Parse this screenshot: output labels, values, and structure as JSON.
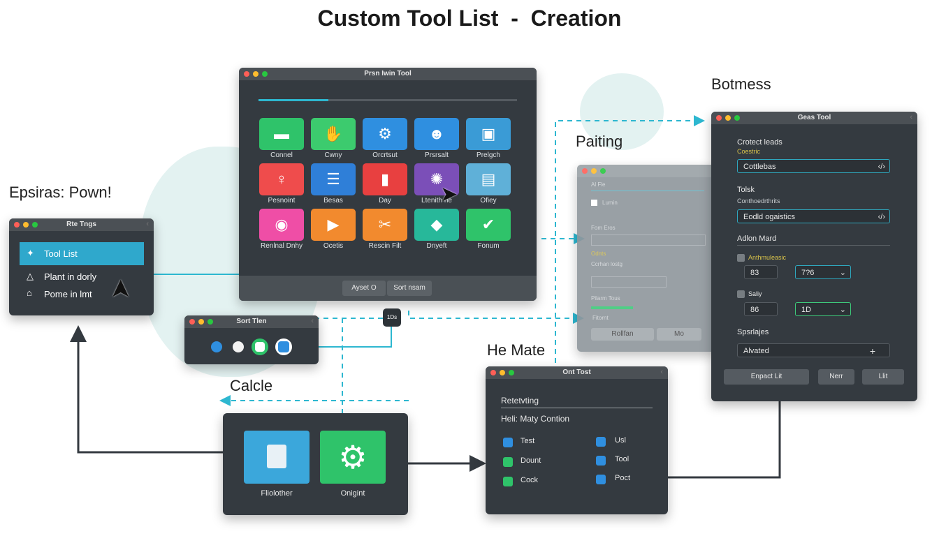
{
  "title": "Custom Tool List  -  Creation",
  "labels": {
    "epsiras": "Epsiras: Pown!",
    "botmess": "Botmess",
    "paiting": "Paiting",
    "he_mate": "He Mate",
    "calcle": "Calcle"
  },
  "center_window": {
    "title": "Prsn Iwin Tool",
    "tools": [
      "Connel",
      "Cwny",
      "Orcrtsut",
      "Prsrsalt",
      "Prelgch",
      "Pesnoint",
      "Besas",
      "Day",
      "Ltenith ne",
      "Ofiey",
      "Renlnal Dnhy",
      "Ocetis",
      "Rescin Filt",
      "Dnyeft",
      "Fonum"
    ],
    "colors": [
      "#2fc36a",
      "#3ccb6e",
      "#2f8fe0",
      "#2f8fe0",
      "#3a9bd6",
      "#ef4c4c",
      "#2f7fd8",
      "#e84040",
      "#7b4fb8",
      "#5fb0d8",
      "#ef4ea6",
      "#f28a2e",
      "#f28a2e",
      "#27b89a",
      "#2fc36a"
    ],
    "icons": [
      "▬",
      "✋",
      "⚙",
      "☻",
      "▣",
      "♀",
      "☰",
      "▮",
      "✺",
      "▤",
      "◉",
      "▶",
      "✂",
      "◆",
      "✔"
    ],
    "footer_buttons": [
      "Ayset O",
      "Sort nsam"
    ]
  },
  "left_window": {
    "title": "Rte Tngs",
    "items": [
      "Tool List",
      "Plant in dorly",
      "Pome in lmt"
    ],
    "item_icons": [
      "✦",
      "△",
      "⌂"
    ]
  },
  "sort_window": {
    "title": "Sort Tlen"
  },
  "badge": "1Ds",
  "right_window": {
    "title": "Geas Tool",
    "section1_label": "Crotect leads",
    "section1_sub": "Coestric",
    "field1": "Cottlebas",
    "section2_label": "Tolsk",
    "section2_sub": "Conthoedrthrits",
    "field2": "Eodld ogaistics",
    "section3_label": "Adlon Mard",
    "opt1_label": "Anthmuleasic",
    "opt1_val": "83",
    "opt1_val2": "7?6",
    "opt2_label": "Saliy",
    "opt2_val": "86",
    "opt2_val2": "1D",
    "section4_label": "Spsrlajes",
    "field3": "Alvated",
    "buttons": [
      "Enpact Lit",
      "Nerr",
      "Llit"
    ]
  },
  "mid_window": {
    "rows": [
      "Al Fle",
      "Lumin",
      "Fom Eros",
      "Odnts",
      "Ccrhan lostg",
      "Pilarm Tous",
      "Fitornt"
    ],
    "buttons": [
      "Rollfan",
      "Mo"
    ]
  },
  "out_window": {
    "title": "Ont Tost",
    "heading": "Retetvting",
    "subheading": "Heli: Maty Contion",
    "left_items": [
      "Test",
      "Dount",
      "Cock"
    ],
    "right_items": [
      "Usl",
      "Tool",
      "Poct"
    ]
  },
  "bottom_window": {
    "tools": [
      "Fliolother",
      "Onigint"
    ]
  },
  "colors": {
    "accent": "#2db7d0",
    "window_bg": "#343a40",
    "highlight": "#2fa8cc"
  }
}
